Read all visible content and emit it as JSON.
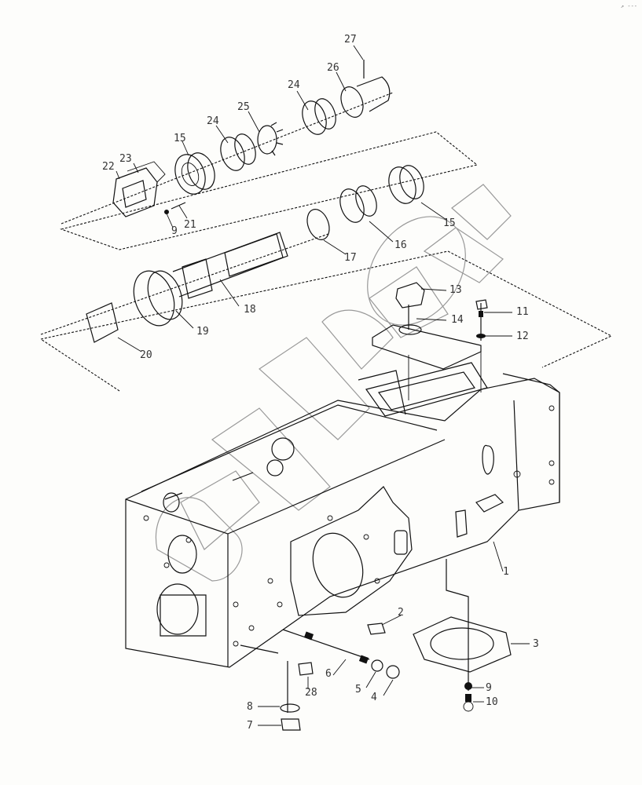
{
  "diagram": {
    "title": "",
    "type": "exploded-parts-view",
    "subject": "transmission housing with drive shaft assembly",
    "corner_mark": "↗ ---",
    "watermark_text": "CEMZOH",
    "callouts": [
      {
        "id": "c27",
        "label": "27"
      },
      {
        "id": "c26",
        "label": "26"
      },
      {
        "id": "c24a",
        "label": "24"
      },
      {
        "id": "c25",
        "label": "25"
      },
      {
        "id": "c24b",
        "label": "24"
      },
      {
        "id": "c15a",
        "label": "15"
      },
      {
        "id": "c23",
        "label": "23"
      },
      {
        "id": "c22",
        "label": "22"
      },
      {
        "id": "c21",
        "label": "21"
      },
      {
        "id": "c9a",
        "label": "9"
      },
      {
        "id": "c15b",
        "label": "15"
      },
      {
        "id": "c16",
        "label": "16"
      },
      {
        "id": "c17",
        "label": "17"
      },
      {
        "id": "c18",
        "label": "18"
      },
      {
        "id": "c19",
        "label": "19"
      },
      {
        "id": "c20",
        "label": "20"
      },
      {
        "id": "c13",
        "label": "13"
      },
      {
        "id": "c14",
        "label": "14"
      },
      {
        "id": "c11",
        "label": "11"
      },
      {
        "id": "c12",
        "label": "12"
      },
      {
        "id": "c1",
        "label": "1"
      },
      {
        "id": "c2",
        "label": "2"
      },
      {
        "id": "c3",
        "label": "3"
      },
      {
        "id": "c4",
        "label": "4"
      },
      {
        "id": "c5",
        "label": "5"
      },
      {
        "id": "c6",
        "label": "6"
      },
      {
        "id": "c28",
        "label": "28"
      },
      {
        "id": "c8",
        "label": "8"
      },
      {
        "id": "c7",
        "label": "7"
      },
      {
        "id": "c9b",
        "label": "9"
      },
      {
        "id": "c10",
        "label": "10"
      }
    ]
  }
}
